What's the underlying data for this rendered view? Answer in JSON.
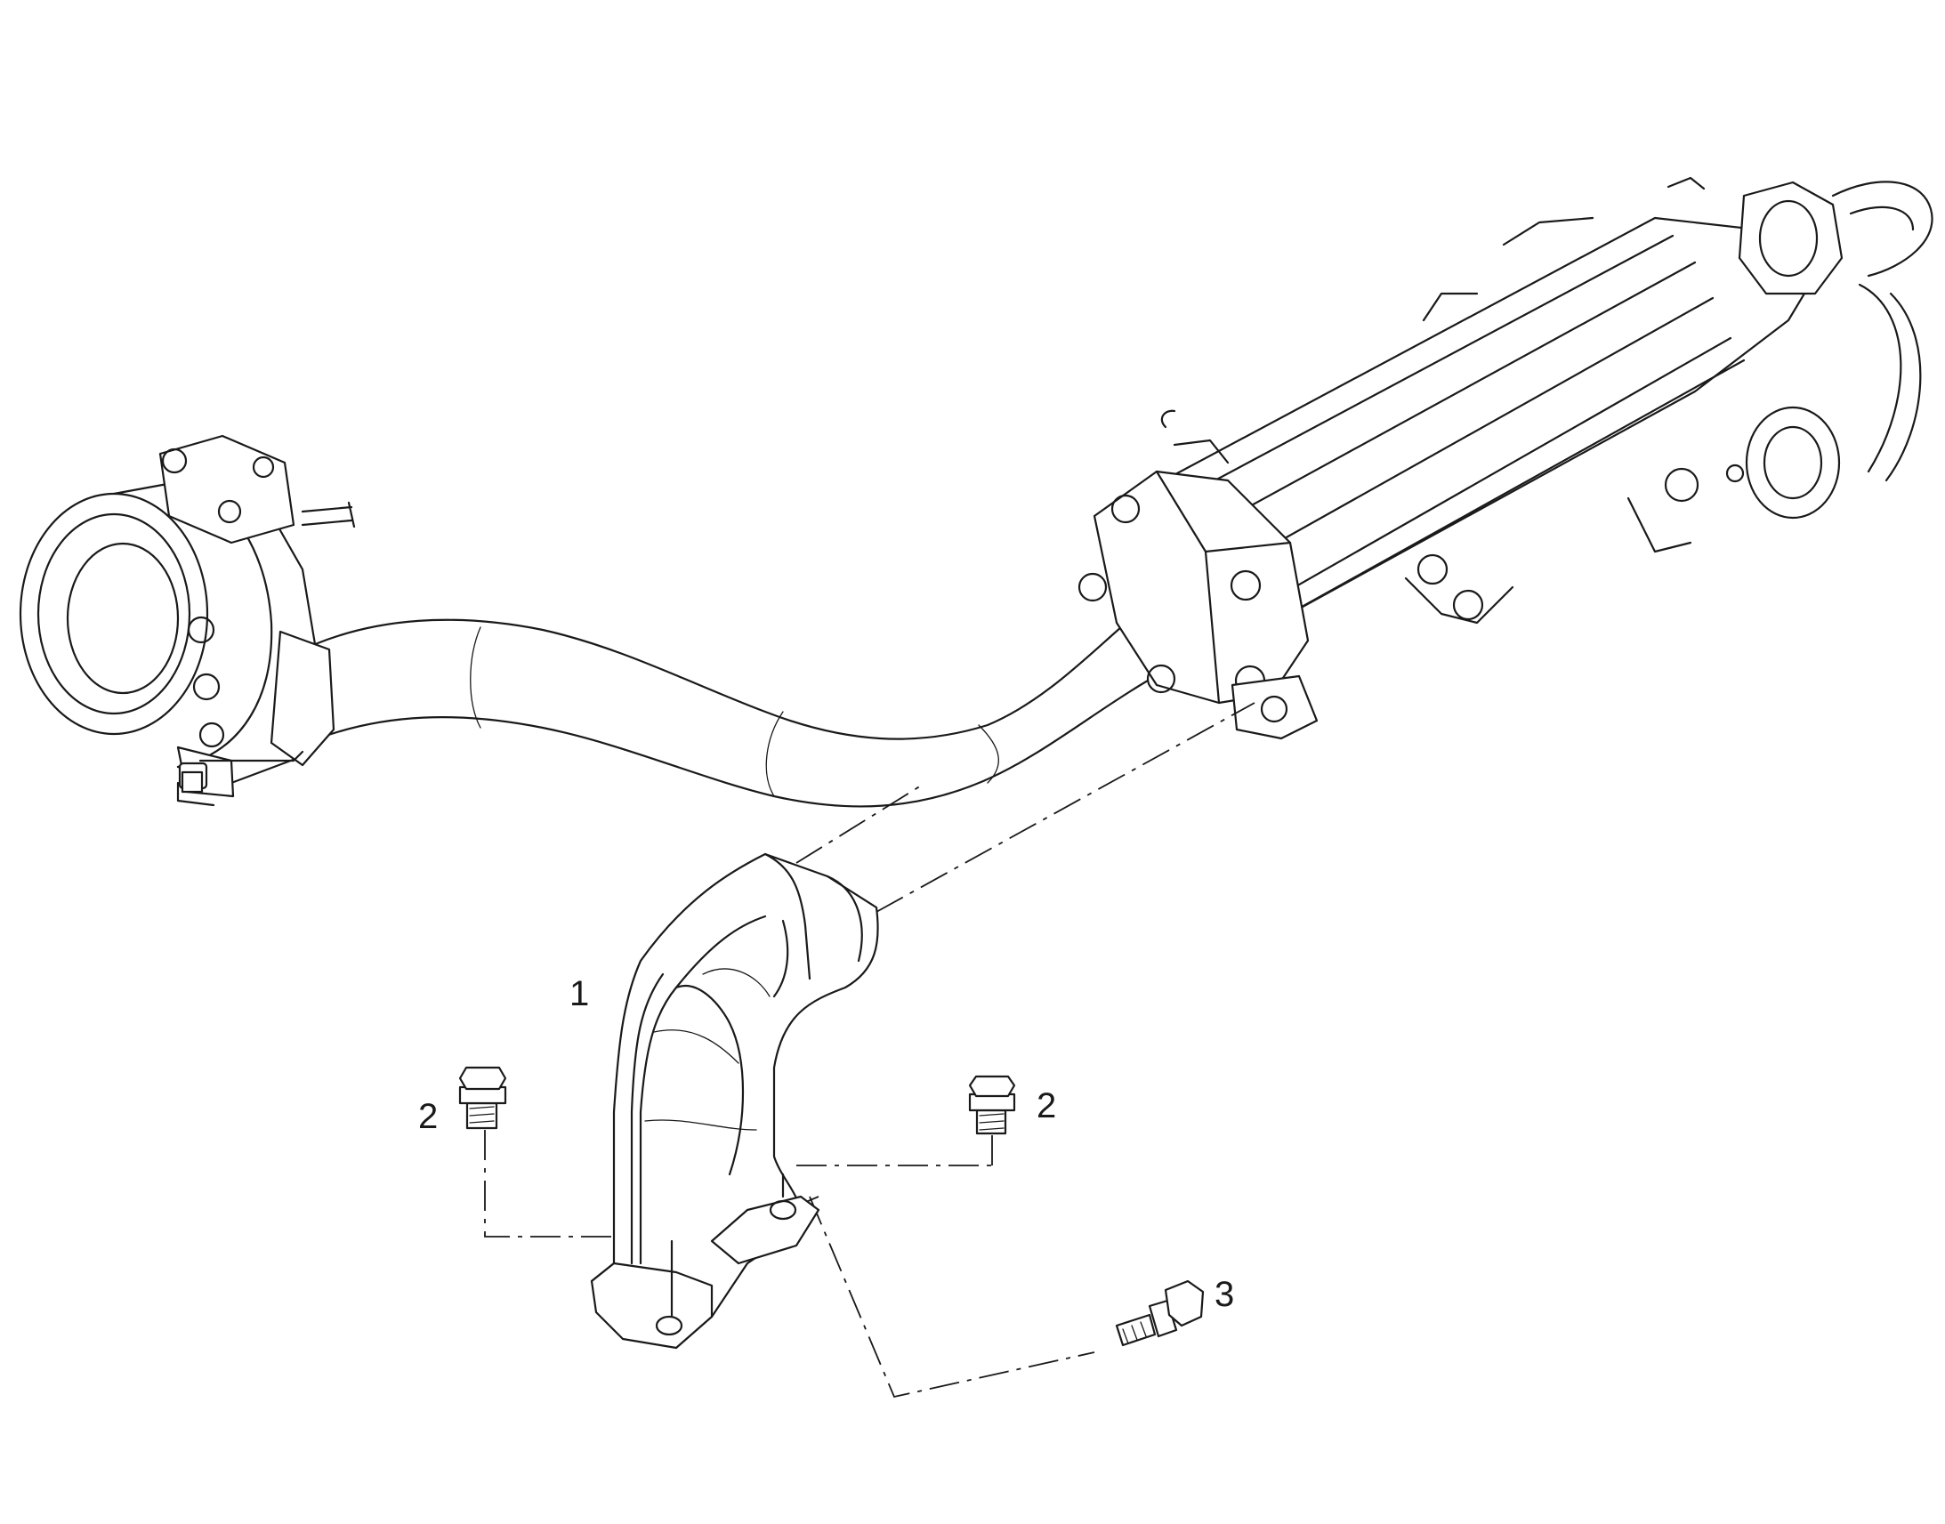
{
  "callouts": {
    "part1": "1",
    "part2_left": "2",
    "part2_right": "2",
    "part3": "3"
  },
  "parts": [
    {
      "callout": "1",
      "icon": "elbow-pipe-icon"
    },
    {
      "callout": "2",
      "icon": "flange-bolt-icon"
    },
    {
      "callout": "3",
      "icon": "flange-bolt-icon"
    }
  ]
}
